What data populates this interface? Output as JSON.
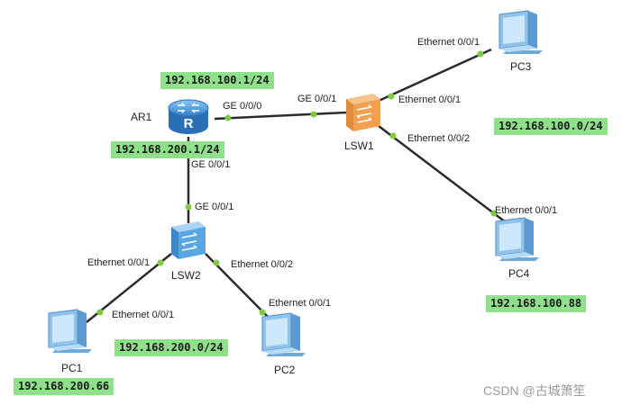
{
  "devices": {
    "ar1": "AR1",
    "lsw1": "LSW1",
    "lsw2": "LSW2",
    "pc1": "PC1",
    "pc2": "PC2",
    "pc3": "PC3",
    "pc4": "PC4"
  },
  "ports": {
    "ar1_ge000": "GE 0/0/0",
    "ar1_ge001": "GE 0/0/1",
    "lsw1_ge001": "GE 0/0/1",
    "lsw1_eth1": "Ethernet 0/0/1",
    "lsw1_eth2": "Ethernet 0/0/2",
    "lsw2_ge001": "GE 0/0/1",
    "lsw2_eth1": "Ethernet 0/0/1",
    "lsw2_eth2": "Ethernet 0/0/2",
    "pc1_eth": "Ethernet 0/0/1",
    "pc2_eth": "Ethernet 0/0/1",
    "pc3_eth": "Ethernet 0/0/1",
    "pc4_eth": "Ethernet 0/0/1"
  },
  "addresses": {
    "ar1_ge000": "192.168.100.1/24",
    "ar1_ge001": "192.168.200.1/24",
    "net_100": "192.168.100.0/24",
    "net_200": "192.168.200.0/24",
    "pc1": "192.168.200.66",
    "pc4": "192.168.100.88"
  },
  "watermark": "CSDN @古城箫笙",
  "colors": {
    "ip_label_bg": "#8fe08a",
    "link_line": "#2b2b2b",
    "port_dot": "#7ecb3f",
    "router_body": "#3d8fd9",
    "lsw1_body": "#f0a050",
    "lsw2_body": "#5aa6e0",
    "pc_body": "#8fc3ec"
  }
}
